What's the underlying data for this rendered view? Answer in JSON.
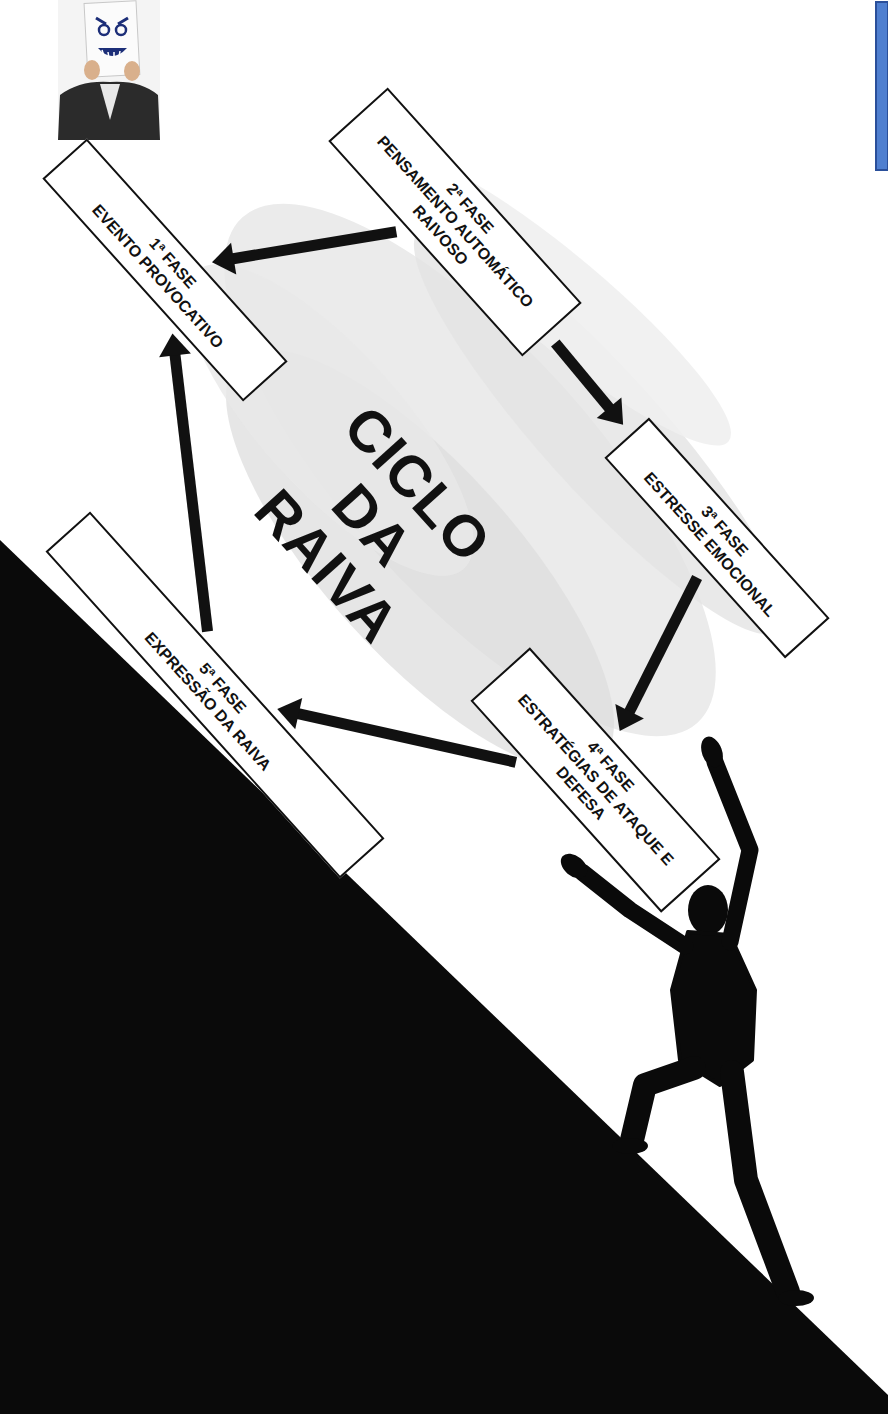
{
  "diagram": {
    "title": "CICLO DA RAIVA",
    "nodes": [
      {
        "text": [
          "1ª FASE",
          "EVENTO PROVOCATIVO"
        ]
      },
      {
        "text": [
          "2ª FASE",
          "PENSAMENTO AUTOMÁTICO RAIVOSO"
        ]
      },
      {
        "text": [
          "3ª FASE",
          "ESTRESSE EMOCIONAL"
        ]
      },
      {
        "text": [
          "4ª FASE",
          "ESTRATÉGIAS DE ATAQUE E DEFESA"
        ]
      },
      {
        "text": [
          "5ª FASE",
          "EXPRESSÃO DA RAIVA"
        ]
      }
    ],
    "edges": [
      {
        "from": 1,
        "to": 0,
        "arrow": "to"
      },
      {
        "from": 1,
        "to": 2,
        "arrow": "to"
      },
      {
        "from": 2,
        "to": 3,
        "arrow": "to"
      },
      {
        "from": 3,
        "to": 4,
        "arrow": "to"
      },
      {
        "from": 4,
        "to": 0,
        "arrow": "to"
      }
    ]
  }
}
